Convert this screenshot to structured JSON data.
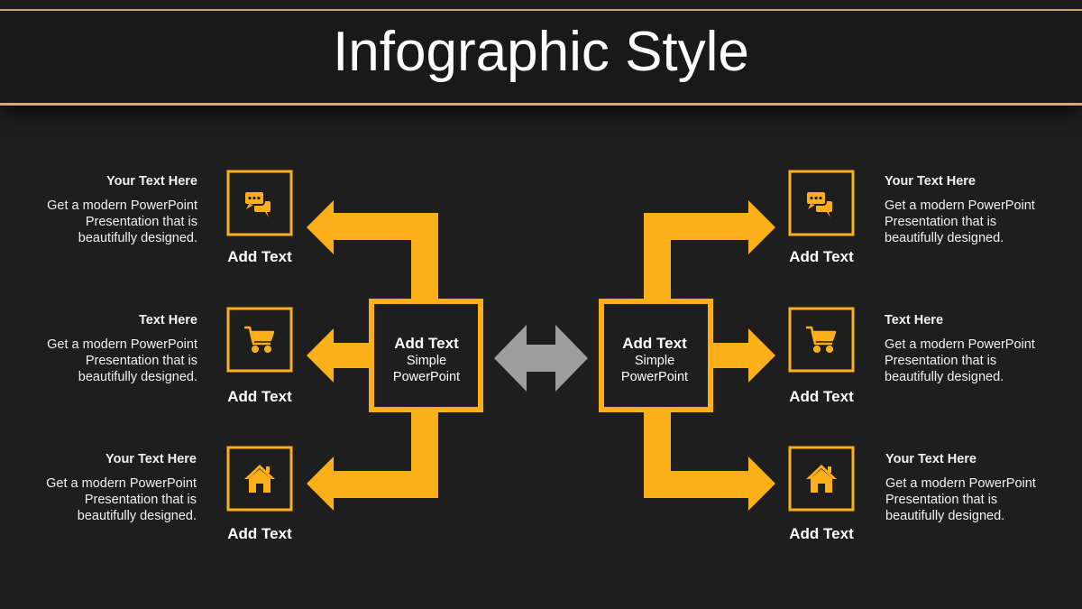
{
  "title": "Infographic Style",
  "colors": {
    "accent": "#fbb01a",
    "arrow_center": "#9e9e9e",
    "background": "#1f1e1f"
  },
  "center_left": {
    "label": "Add Text",
    "line1": "Simple",
    "line2": "PowerPoint"
  },
  "center_right": {
    "label": "Add Text",
    "line1": "Simple",
    "line2": "PowerPoint"
  },
  "left_items": [
    {
      "icon": "chat-bubbles-icon",
      "heading": "Your Text  Here",
      "body": "Get a modern PowerPoint Presentation that is beautifully designed.",
      "label": "Add Text"
    },
    {
      "icon": "shopping-cart-icon",
      "heading": "Text  Here",
      "body": "Get a modern PowerPoint Presentation that is beautifully designed.",
      "label": "Add Text"
    },
    {
      "icon": "house-icon",
      "heading": "Your Text  Here",
      "body": "Get a modern PowerPoint Presentation that is beautifully designed.",
      "label": "Add Text"
    }
  ],
  "right_items": [
    {
      "icon": "chat-bubbles-icon",
      "heading": "Your Text  Here",
      "body": "Get a modern PowerPoint Presentation that is beautifully designed.",
      "label": "Add Text"
    },
    {
      "icon": "shopping-cart-icon",
      "heading": "Text  Here",
      "body": "Get a modern PowerPoint Presentation that is beautifully designed.",
      "label": "Add Text"
    },
    {
      "icon": "house-icon",
      "heading": "Your Text  Here",
      "body": "Get a modern PowerPoint Presentation that is beautifully designed.",
      "label": "Add Text"
    }
  ]
}
